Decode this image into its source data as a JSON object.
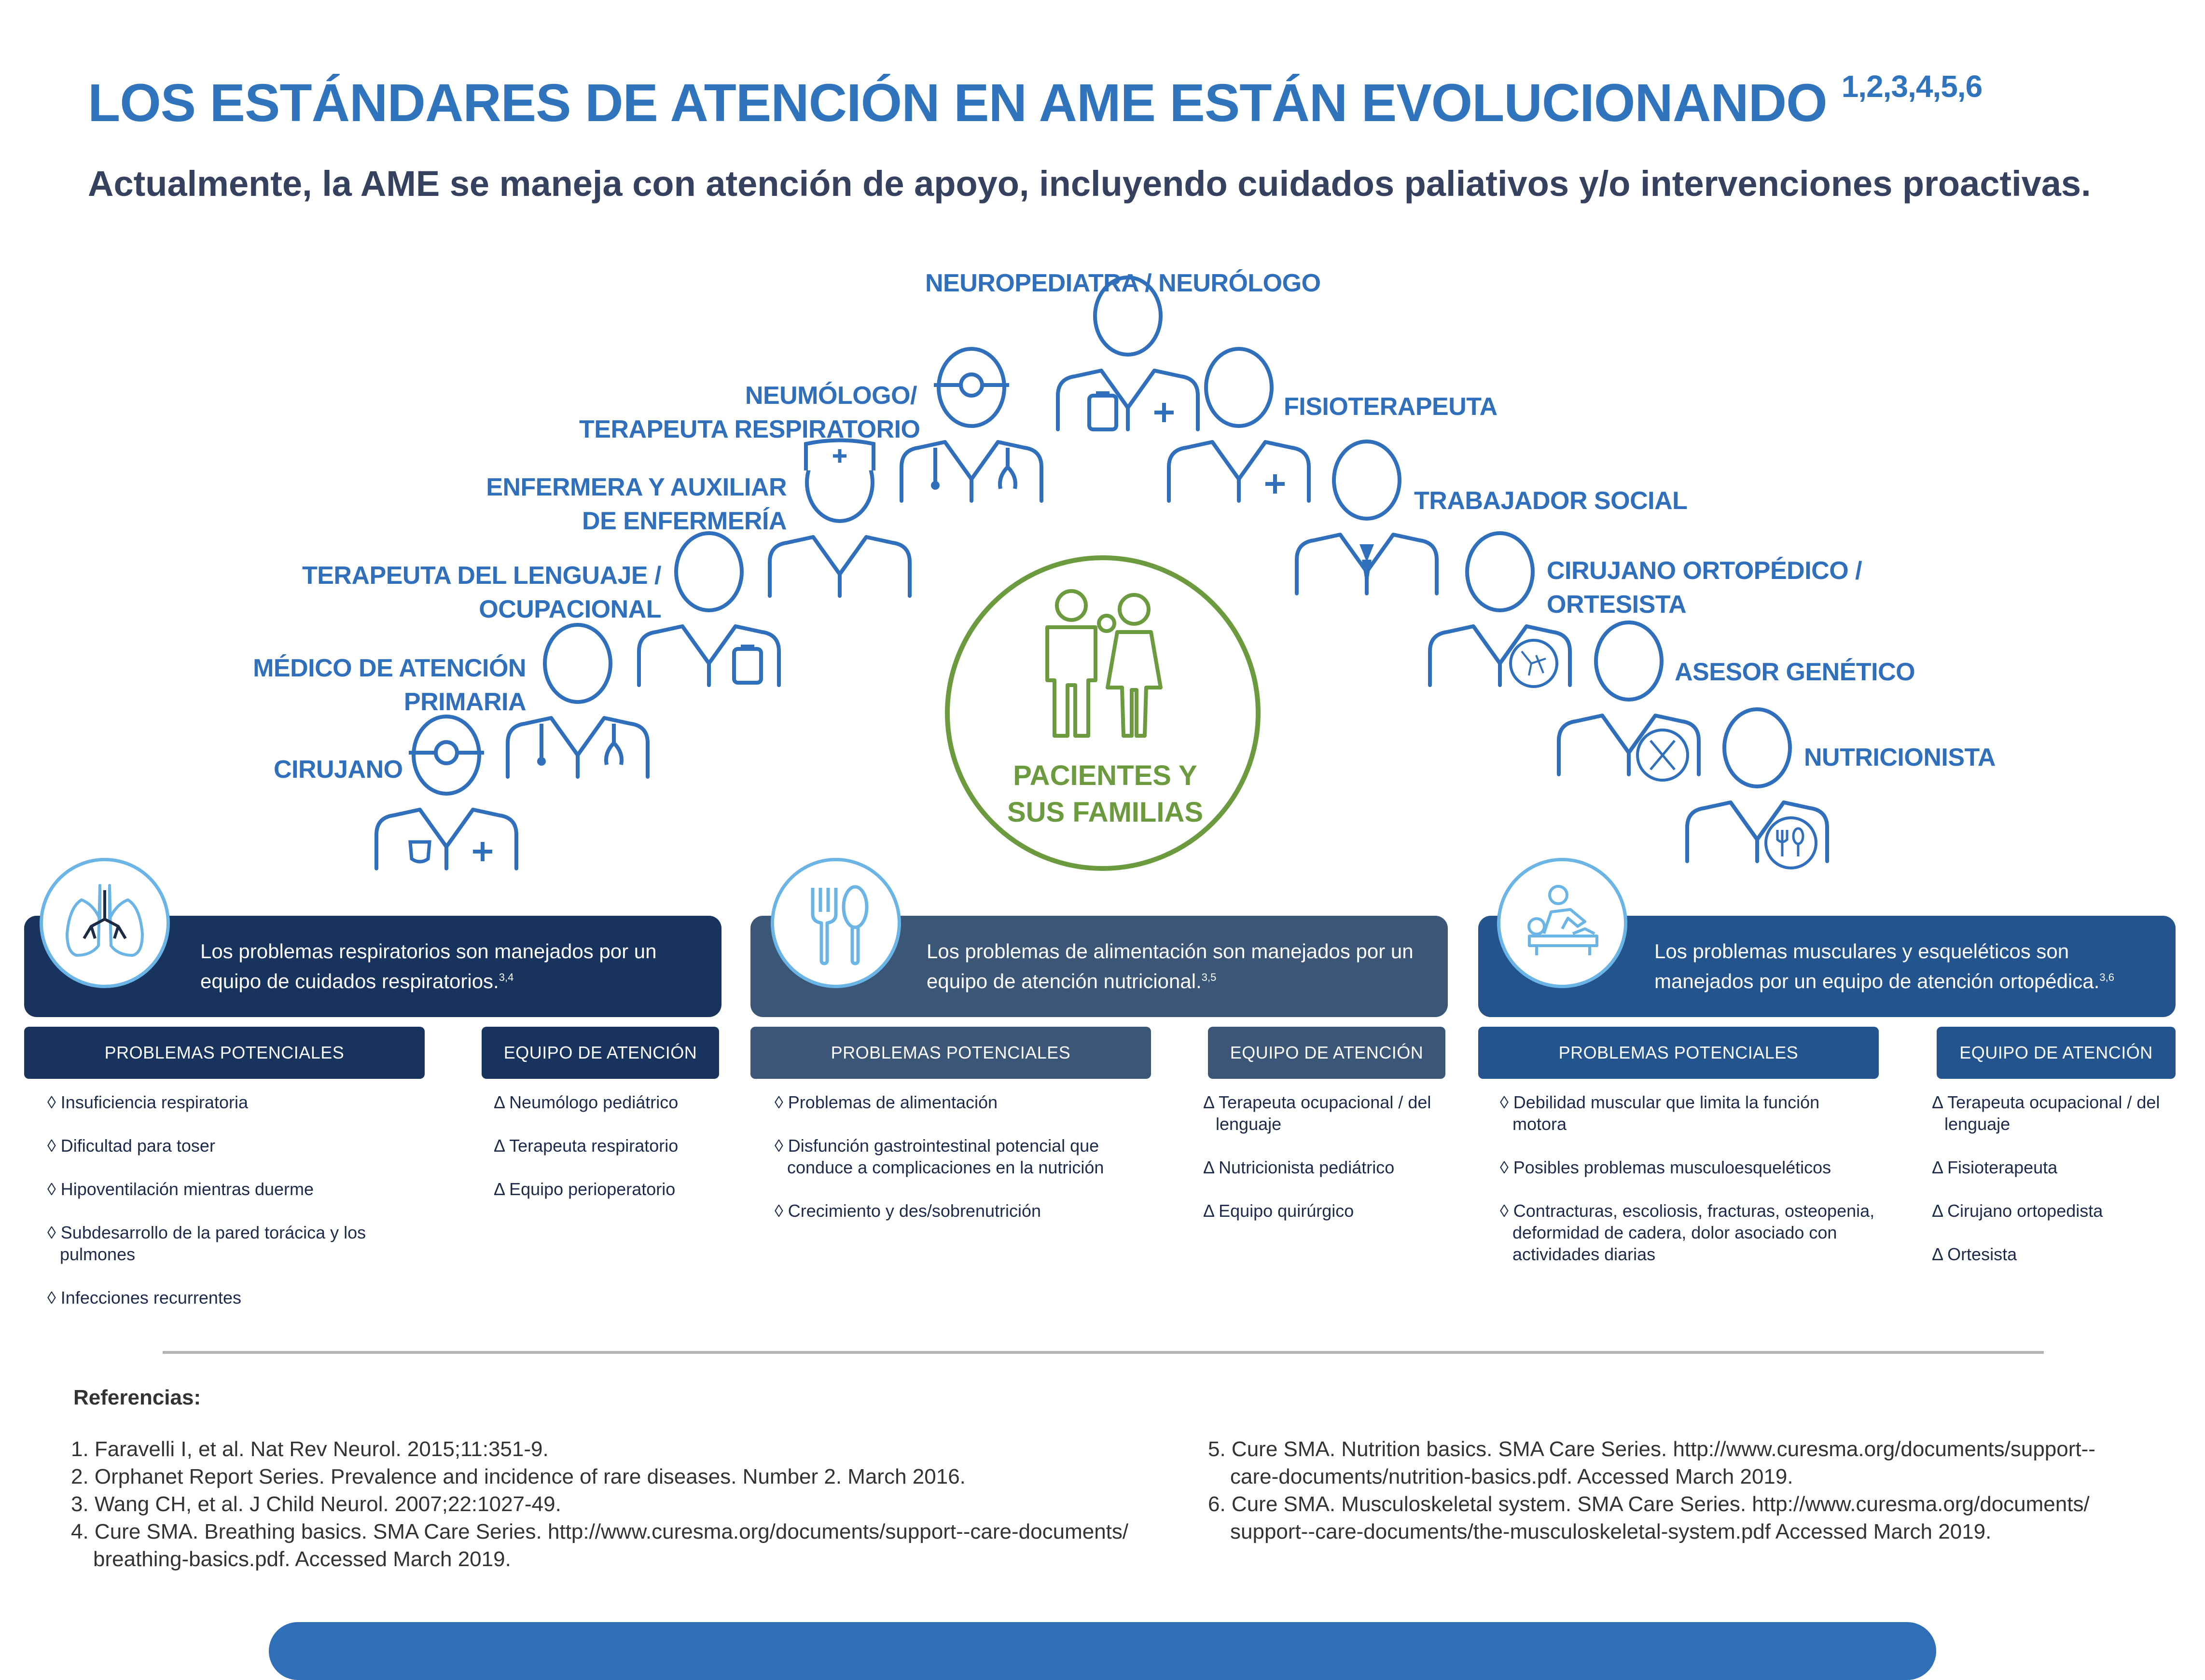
{
  "header": {
    "title": "LOS ESTÁNDARES DE ATENCIÓN EN AME ESTÁN EVOLUCIONANDO",
    "title_refs": "1,2,3,4,5,6",
    "subtitle": "Actualmente, la AME se maneja con atención de apoyo, incluyendo cuidados paliativos y/o intervenciones proactivas."
  },
  "care_team": {
    "neuro": "NEUROPEDIATRA / NEURÓLOGO",
    "pneumo_1": "NEUMÓLOGO/",
    "pneumo_2": "TERAPEUTA RESPIRATORIO",
    "nurse_1": "ENFERMERA Y AUXILIAR",
    "nurse_2": "DE ENFERMERÍA",
    "speech_1": "TERAPEUTA DEL LENGUAJE /",
    "speech_2": "OCUPACIONAL",
    "primary_1": "MÉDICO DE ATENCIÓN",
    "primary_2": "PRIMARIA",
    "surgeon": "CIRUJANO",
    "physio": "FISIOTERAPEUTA",
    "social": "TRABAJADOR SOCIAL",
    "ortho_1": "CIRUJANO ORTOPÉDICO /",
    "ortho_2": "ORTESISTA",
    "genetic": "ASESOR GENÉTICO",
    "nutrition": "NUTRICIONISTA",
    "center_1": "PACIENTES Y",
    "center_2": "SUS FAMILIAS"
  },
  "colors": {
    "blue": "#2f6fbb",
    "green": "#6b9b3e",
    "navy": "#17335e",
    "slate": "#3b5677",
    "ortho_blue": "#24548e"
  },
  "sections": {
    "respiratory": {
      "icon": "lungs-icon",
      "banner": "Los problemas respiratorios son manejados por un equipo de cuidados respiratorios.",
      "banner_refs": "3,4",
      "problems_label": "PROBLEMAS POTENCIALES",
      "team_label": "EQUIPO DE ATENCIÓN",
      "problems": [
        "◊ Insuficiencia respiratoria",
        "◊ Dificultad para toser",
        "◊ Hipoventilación mientras duerme",
        "◊ Subdesarrollo de la pared torácica y los pulmones",
        "◊ Infecciones recurrentes"
      ],
      "team": [
        "Δ Neumólogo pediátrico",
        "Δ Terapeuta respiratorio",
        "Δ Equipo perioperatorio"
      ]
    },
    "nutrition": {
      "icon": "fork-spoon-icon",
      "banner": "Los problemas de alimentación son manejados por un equipo de atención nutricional.",
      "banner_refs": "3,5",
      "problems_label": "PROBLEMAS POTENCIALES",
      "team_label": "EQUIPO DE ATENCIÓN",
      "problems": [
        "◊ Problemas de alimentación",
        "◊ Disfunción gastrointestinal potencial que conduce a complicaciones en la nutrición",
        "◊ Crecimiento y des/sobrenutrición"
      ],
      "team": [
        "Δ Terapeuta ocupacional / del lenguaje",
        "Δ Nutricionista pediátrico",
        "Δ Equipo quirúrgico"
      ]
    },
    "ortho": {
      "icon": "physiotherapy-icon",
      "banner": "Los problemas musculares y esqueléticos son manejados por un equipo de atención ortopédica.",
      "banner_refs": "3,6",
      "problems_label": "PROBLEMAS POTENCIALES",
      "team_label": "EQUIPO DE ATENCIÓN",
      "problems": [
        "◊ Debilidad muscular que limita la función motora",
        "◊ Posibles problemas musculoesqueléticos",
        "◊ Contracturas, escoliosis, fracturas, osteopenia, deformidad de cadera, dolor asociado con actividades diarias"
      ],
      "team": [
        "Δ Terapeuta ocupacional / del lenguaje",
        "Δ Fisioterapeuta",
        "Δ Cirujano ortopedista",
        "Δ Ortesista"
      ]
    }
  },
  "references": {
    "heading": "Referencias:",
    "items": [
      "1. Faravelli I, et al. Nat Rev Neurol. 2015;11:351-9.",
      "2. Orphanet Report Series. Prevalence and incidence of rare diseases. Number 2. March 2016.",
      "3. Wang CH, et al. J Child Neurol. 2007;22:1027-49.",
      "4. Cure SMA. Breathing basics. SMA Care Series. http://www.curesma.org/documents/support--care-documents/ breathing-basics.pdf. Accessed March 2019.",
      "5. Cure SMA. Nutrition basics. SMA Care Series. http://www.curesma.org/documents/support--care-documents/nutrition-basics.pdf. Accessed March 2019.",
      "6. Cure SMA. Musculoskeletal system. SMA Care Series. http://www.curesma.org/documents/ support--care-documents/the-musculoskeletal-system.pdf Accessed March 2019."
    ]
  }
}
